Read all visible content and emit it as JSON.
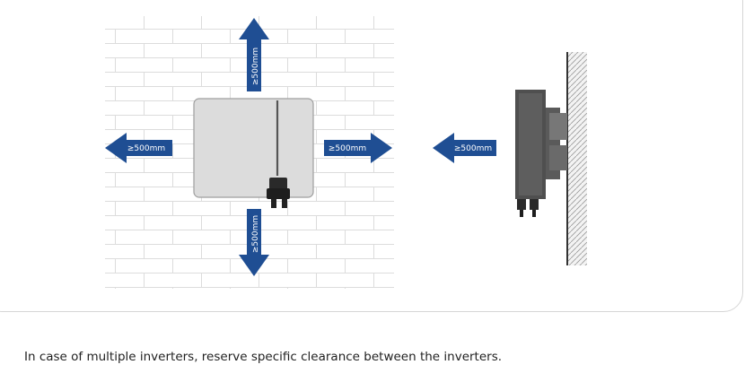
{
  "diagram": {
    "clearances": {
      "top": "≥500mm",
      "bottom": "≥500mm",
      "left": "≥500mm",
      "right": "≥500mm",
      "side_view": "≥500mm"
    }
  },
  "caption": "In case of multiple inverters, reserve specific clearance between the inverters.",
  "colors": {
    "arrow": "#1f4e93",
    "inverter_body": "#dcdcdc",
    "side_unit": "#4f4f4f",
    "brick_line": "#dcdcdc"
  }
}
